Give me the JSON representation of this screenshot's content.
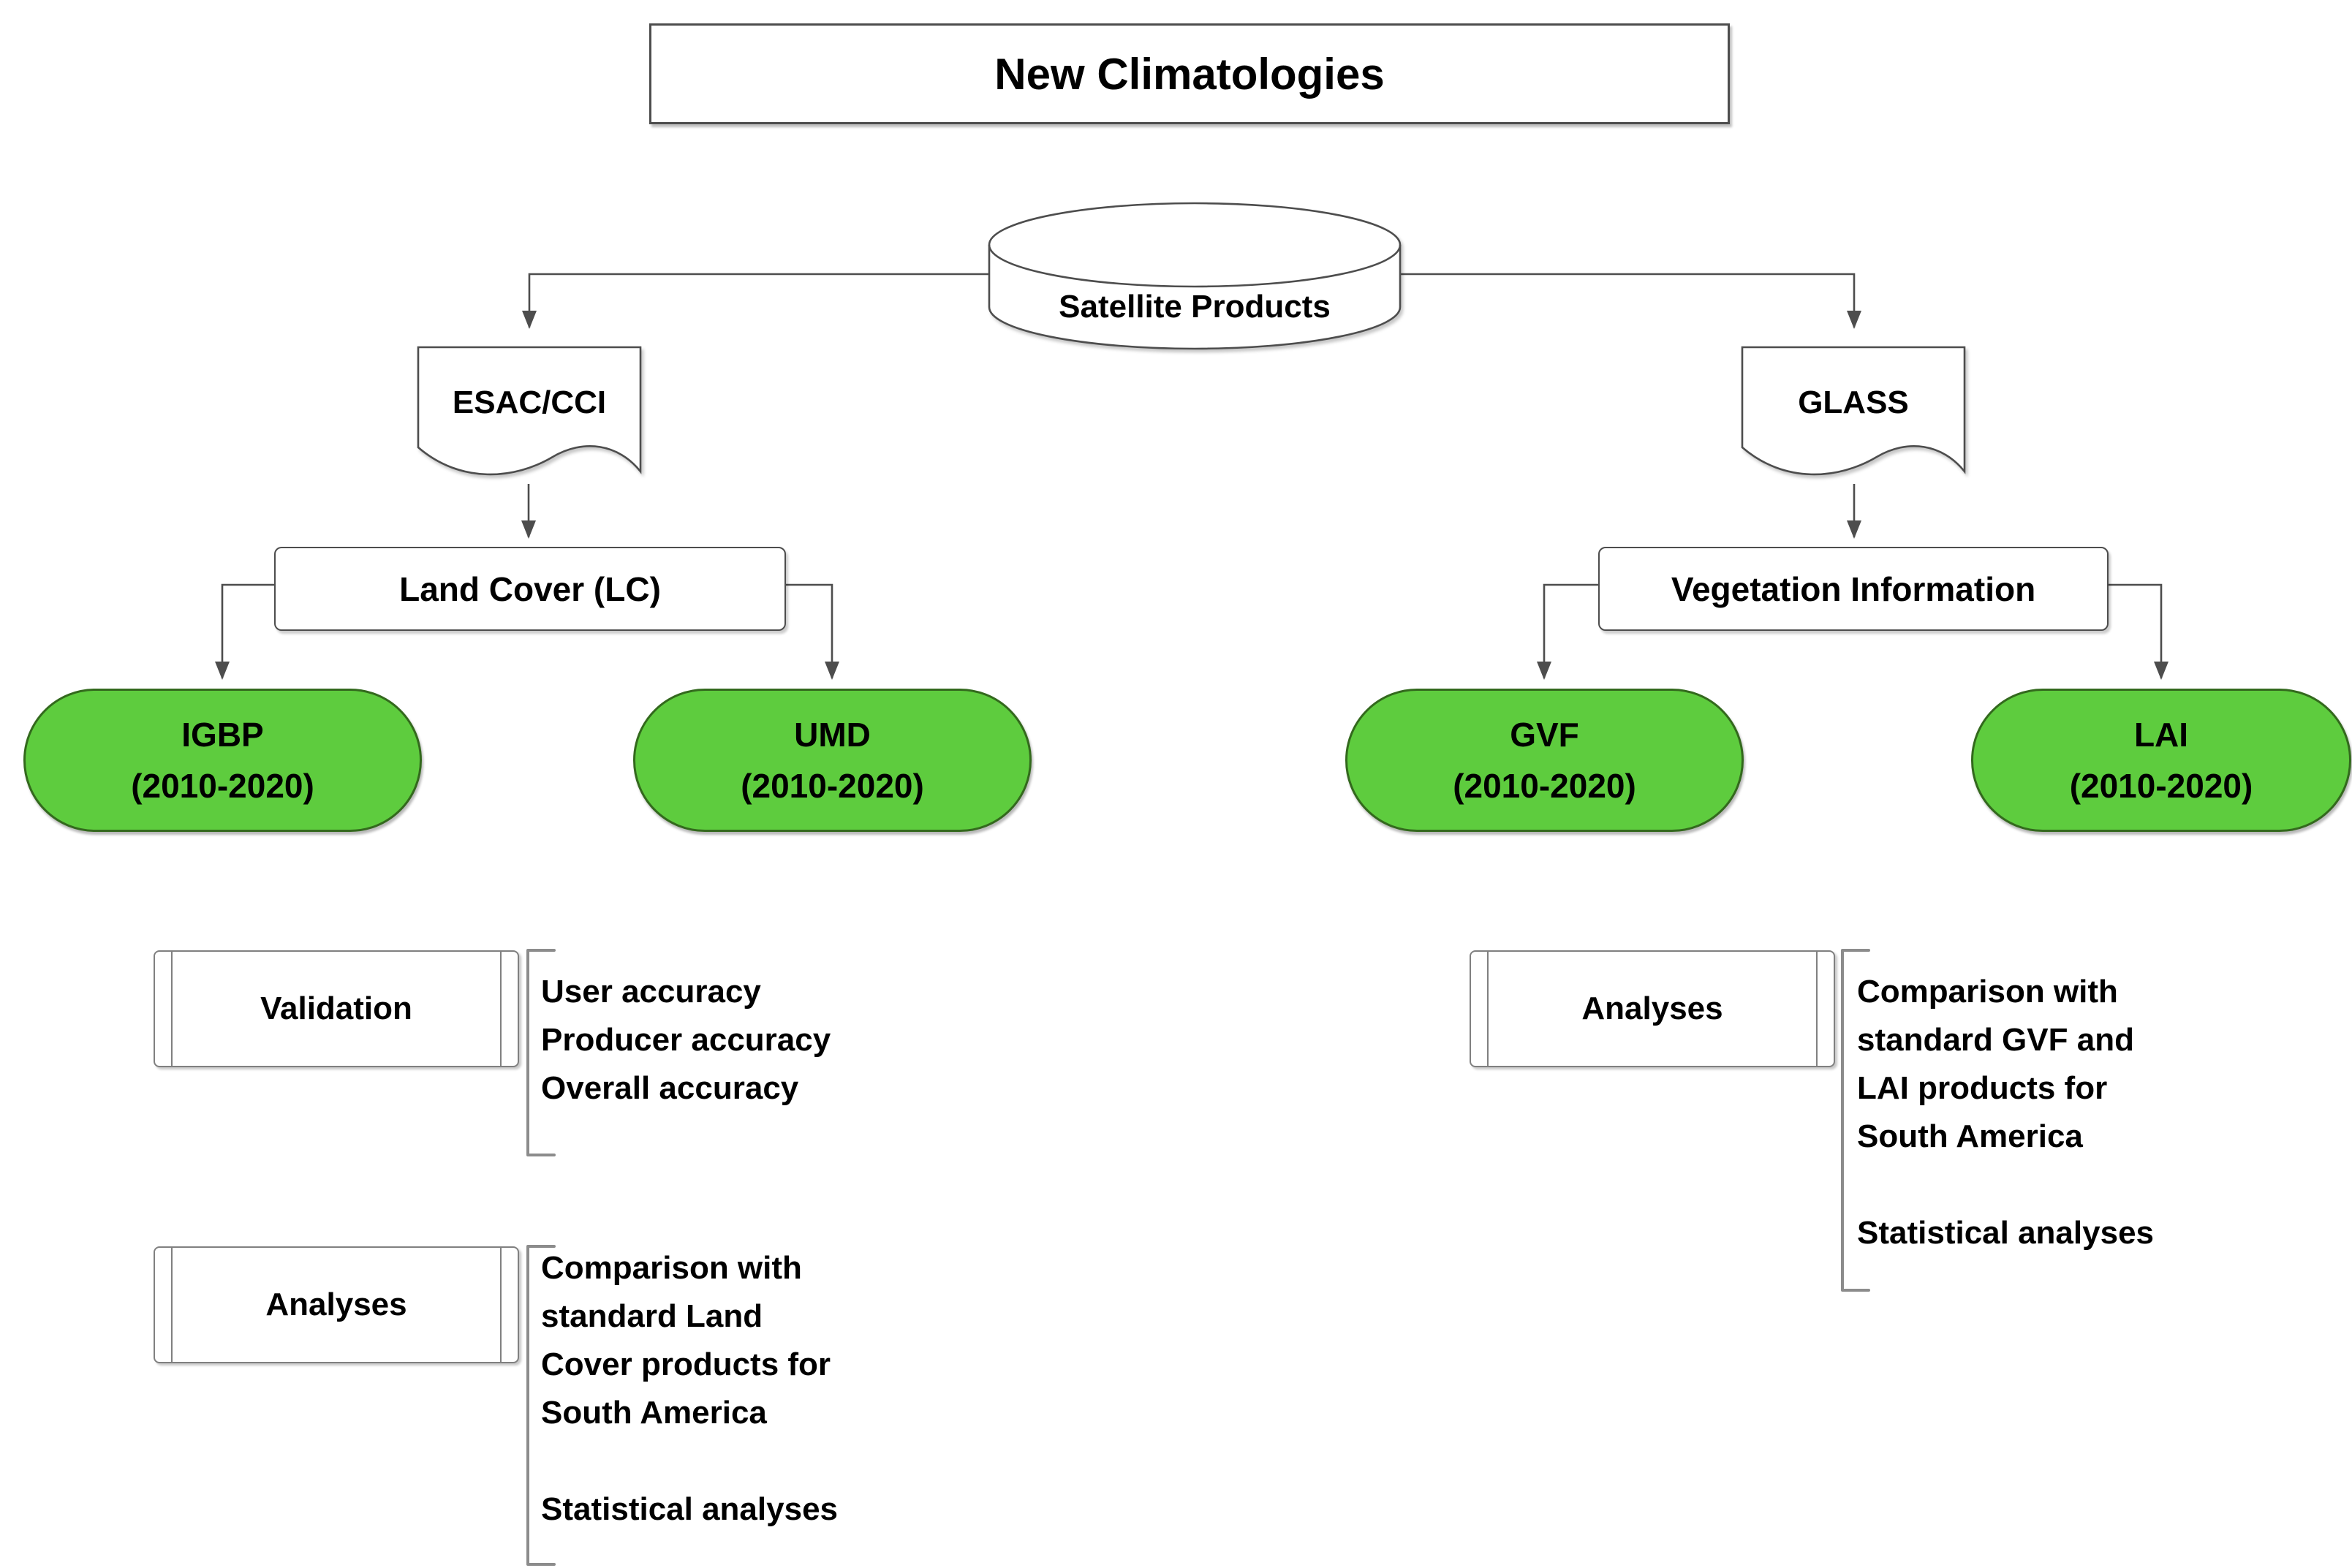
{
  "title": "New Climatologies",
  "colors": {
    "green_fill": "#5ecc3e",
    "green_stroke": "#33691d",
    "line": "#4d4d4d",
    "frame": "#808080"
  },
  "nodes": {
    "satellite": "Satellite Products",
    "esac": "ESAC/CCI",
    "glass": "GLASS",
    "land_cover": "Land Cover (LC)",
    "vegetation": "Vegetation Information",
    "igbp": {
      "name": "IGBP",
      "period": "(2010-2020)"
    },
    "umd": {
      "name": "UMD",
      "period": "(2010-2020)"
    },
    "gvf": {
      "name": "GVF",
      "period": "(2010-2020)"
    },
    "lai": {
      "name": "LAI",
      "period": "(2010-2020)"
    },
    "validation": "Validation",
    "analyses_left": "Analyses",
    "analyses_right": "Analyses"
  },
  "annotations": {
    "validation_lines": [
      "User accuracy",
      "Producer accuracy",
      "Overall accuracy"
    ],
    "analyses_left_lines": [
      "Comparison with",
      "standard Land",
      "Cover products for",
      "South America",
      "",
      "Statistical analyses"
    ],
    "analyses_right_lines": [
      "Comparison with",
      "standard GVF and",
      "LAI products for",
      "South America",
      "",
      "Statistical analyses"
    ]
  }
}
